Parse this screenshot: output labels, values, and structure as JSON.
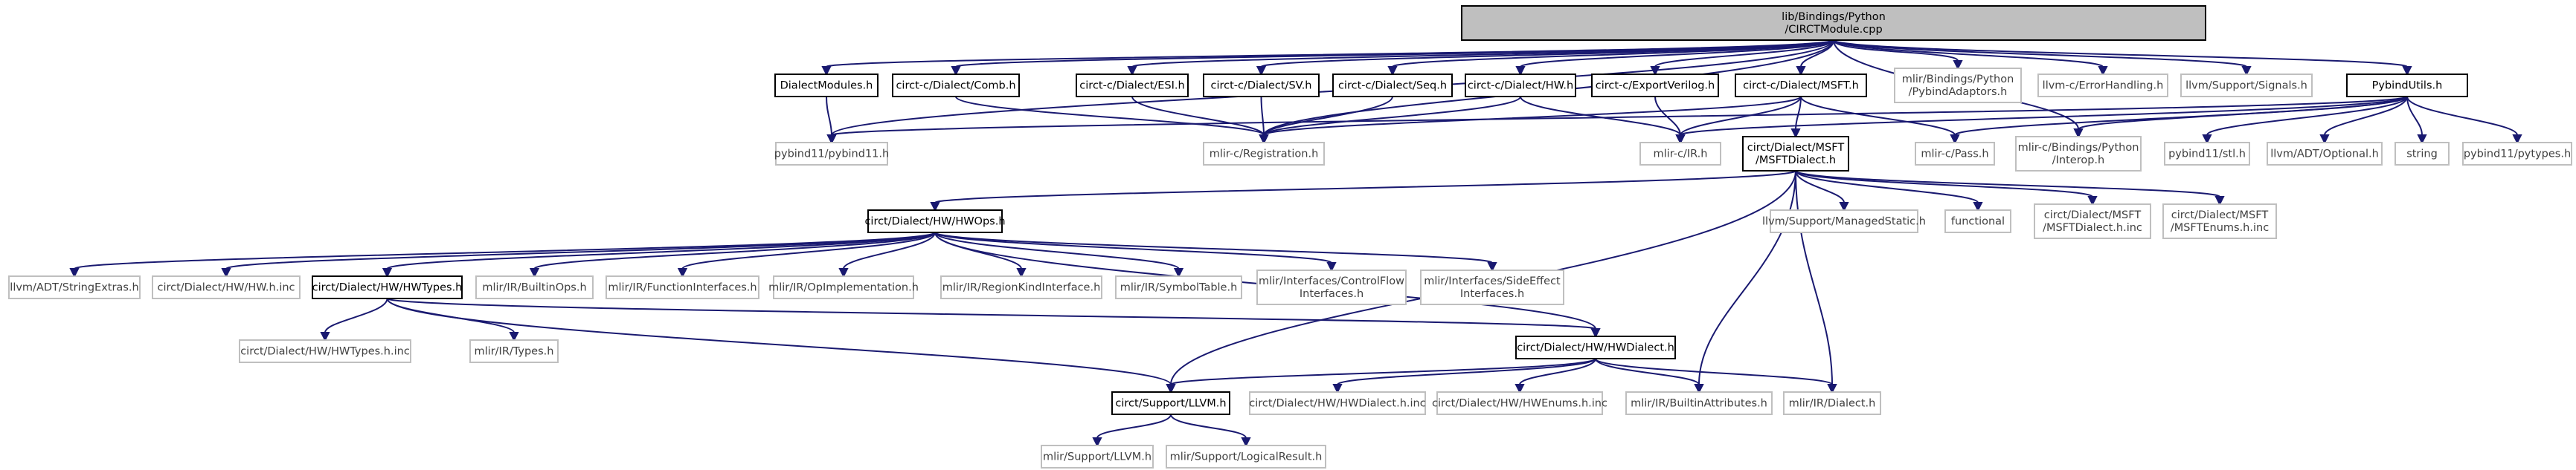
{
  "colors": {
    "edge": "#191970",
    "root_fill": "#bfbfbf",
    "node_border": "#000000",
    "system_border": "#bfbfbf",
    "system_text": "#404040"
  },
  "nodes": [
    {
      "id": "root",
      "lines": [
        "lib/Bindings/Python",
        "/CIRCTModule.cpp"
      ],
      "kind": "root"
    },
    {
      "id": "dialectmodules",
      "lines": [
        "DialectModules.h"
      ],
      "kind": "local"
    },
    {
      "id": "comb",
      "lines": [
        "circt-c/Dialect/Comb.h"
      ],
      "kind": "local"
    },
    {
      "id": "esi",
      "lines": [
        "circt-c/Dialect/ESI.h"
      ],
      "kind": "local"
    },
    {
      "id": "sv",
      "lines": [
        "circt-c/Dialect/SV.h"
      ],
      "kind": "local"
    },
    {
      "id": "seq",
      "lines": [
        "circt-c/Dialect/Seq.h"
      ],
      "kind": "local"
    },
    {
      "id": "hwc",
      "lines": [
        "circt-c/Dialect/HW.h"
      ],
      "kind": "local"
    },
    {
      "id": "exportverilog",
      "lines": [
        "circt-c/ExportVerilog.h"
      ],
      "kind": "local"
    },
    {
      "id": "msftc",
      "lines": [
        "circt-c/Dialect/MSFT.h"
      ],
      "kind": "local"
    },
    {
      "id": "pyadaptors",
      "lines": [
        "mlir/Bindings/Python",
        "/PybindAdaptors.h"
      ],
      "kind": "system"
    },
    {
      "id": "errorhandling",
      "lines": [
        "llvm-c/ErrorHandling.h"
      ],
      "kind": "system"
    },
    {
      "id": "signals",
      "lines": [
        "llvm/Support/Signals.h"
      ],
      "kind": "system"
    },
    {
      "id": "pybindutils",
      "lines": [
        "PybindUtils.h"
      ],
      "kind": "local"
    },
    {
      "id": "pybind11",
      "lines": [
        "pybind11/pybind11.h"
      ],
      "kind": "system"
    },
    {
      "id": "registration",
      "lines": [
        "mlir-c/Registration.h"
      ],
      "kind": "system"
    },
    {
      "id": "mlircir",
      "lines": [
        "mlir-c/IR.h"
      ],
      "kind": "system"
    },
    {
      "id": "msftdialect",
      "lines": [
        "circt/Dialect/MSFT",
        "/MSFTDialect.h"
      ],
      "kind": "local"
    },
    {
      "id": "pass",
      "lines": [
        "mlir-c/Pass.h"
      ],
      "kind": "system"
    },
    {
      "id": "interop",
      "lines": [
        "mlir-c/Bindings/Python",
        "/Interop.h"
      ],
      "kind": "system"
    },
    {
      "id": "stl",
      "lines": [
        "pybind11/stl.h"
      ],
      "kind": "system"
    },
    {
      "id": "optional",
      "lines": [
        "llvm/ADT/Optional.h"
      ],
      "kind": "system"
    },
    {
      "id": "string",
      "lines": [
        "string"
      ],
      "kind": "system"
    },
    {
      "id": "pytypes",
      "lines": [
        "pybind11/pytypes.h"
      ],
      "kind": "system"
    },
    {
      "id": "hwops",
      "lines": [
        "circt/Dialect/HW/HWOps.h"
      ],
      "kind": "local"
    },
    {
      "id": "managedstatic",
      "lines": [
        "llvm/Support/ManagedStatic.h"
      ],
      "kind": "system"
    },
    {
      "id": "functional",
      "lines": [
        "functional"
      ],
      "kind": "system"
    },
    {
      "id": "msftdialectinc",
      "lines": [
        "circt/Dialect/MSFT",
        "/MSFTDialect.h.inc"
      ],
      "kind": "system"
    },
    {
      "id": "msftenums",
      "lines": [
        "circt/Dialect/MSFT",
        "/MSFTEnums.h.inc"
      ],
      "kind": "system"
    },
    {
      "id": "stringextras",
      "lines": [
        "llvm/ADT/StringExtras.h"
      ],
      "kind": "system"
    },
    {
      "id": "hwhinc",
      "lines": [
        "circt/Dialect/HW/HW.h.inc"
      ],
      "kind": "system"
    },
    {
      "id": "hwtypes",
      "lines": [
        "circt/Dialect/HW/HWTypes.h"
      ],
      "kind": "local"
    },
    {
      "id": "builtinops",
      "lines": [
        "mlir/IR/BuiltinOps.h"
      ],
      "kind": "system"
    },
    {
      "id": "funcinterfaces",
      "lines": [
        "mlir/IR/FunctionInterfaces.h"
      ],
      "kind": "system"
    },
    {
      "id": "opimpl",
      "lines": [
        "mlir/IR/OpImplementation.h"
      ],
      "kind": "system"
    },
    {
      "id": "regionkind",
      "lines": [
        "mlir/IR/RegionKindInterface.h"
      ],
      "kind": "system"
    },
    {
      "id": "symboltable",
      "lines": [
        "mlir/IR/SymbolTable.h"
      ],
      "kind": "system"
    },
    {
      "id": "controlflow",
      "lines": [
        "mlir/Interfaces/ControlFlow",
        "Interfaces.h"
      ],
      "kind": "system"
    },
    {
      "id": "sideeffect",
      "lines": [
        "mlir/Interfaces/SideEffect",
        "Interfaces.h"
      ],
      "kind": "system"
    },
    {
      "id": "hwtypesinc",
      "lines": [
        "circt/Dialect/HW/HWTypes.h.inc"
      ],
      "kind": "system"
    },
    {
      "id": "irtypes",
      "lines": [
        "mlir/IR/Types.h"
      ],
      "kind": "system"
    },
    {
      "id": "hwdialect",
      "lines": [
        "circt/Dialect/HW/HWDialect.h"
      ],
      "kind": "local"
    },
    {
      "id": "llvmh",
      "lines": [
        "circt/Support/LLVM.h"
      ],
      "kind": "local"
    },
    {
      "id": "hwdialectinc",
      "lines": [
        "circt/Dialect/HW/HWDialect.h.inc"
      ],
      "kind": "system"
    },
    {
      "id": "hwenums",
      "lines": [
        "circt/Dialect/HW/HWEnums.h.inc"
      ],
      "kind": "system"
    },
    {
      "id": "builtinattrs",
      "lines": [
        "mlir/IR/BuiltinAttributes.h"
      ],
      "kind": "system"
    },
    {
      "id": "irdialect",
      "lines": [
        "mlir/IR/Dialect.h"
      ],
      "kind": "system"
    },
    {
      "id": "mlirllvm",
      "lines": [
        "mlir/Support/LLVM.h"
      ],
      "kind": "system"
    },
    {
      "id": "logicalresult",
      "lines": [
        "mlir/Support/LogicalResult.h"
      ],
      "kind": "system"
    }
  ],
  "edges": [
    [
      "root",
      "pybind11"
    ],
    [
      "root",
      "dialectmodules"
    ],
    [
      "root",
      "registration"
    ],
    [
      "root",
      "comb"
    ],
    [
      "root",
      "esi"
    ],
    [
      "root",
      "sv"
    ],
    [
      "root",
      "seq"
    ],
    [
      "root",
      "hwc"
    ],
    [
      "root",
      "exportverilog"
    ],
    [
      "root",
      "msftc"
    ],
    [
      "root",
      "pyadaptors"
    ],
    [
      "root",
      "errorhandling"
    ],
    [
      "root",
      "signals"
    ],
    [
      "root",
      "pybindutils"
    ],
    [
      "root",
      "interop"
    ],
    [
      "dialectmodules",
      "pybind11"
    ],
    [
      "comb",
      "registration"
    ],
    [
      "esi",
      "registration"
    ],
    [
      "sv",
      "registration"
    ],
    [
      "seq",
      "registration"
    ],
    [
      "hwc",
      "registration"
    ],
    [
      "hwc",
      "mlircir"
    ],
    [
      "exportverilog",
      "mlircir"
    ],
    [
      "msftc",
      "registration"
    ],
    [
      "msftc",
      "mlircir"
    ],
    [
      "msftc",
      "msftdialect"
    ],
    [
      "msftc",
      "pass"
    ],
    [
      "pybindutils",
      "pybind11"
    ],
    [
      "pybindutils",
      "mlircir"
    ],
    [
      "pybindutils",
      "pass"
    ],
    [
      "pybindutils",
      "interop"
    ],
    [
      "pybindutils",
      "stl"
    ],
    [
      "pybindutils",
      "optional"
    ],
    [
      "pybindutils",
      "string"
    ],
    [
      "pybindutils",
      "pytypes"
    ],
    [
      "msftdialect",
      "hwops"
    ],
    [
      "msftdialect",
      "managedstatic"
    ],
    [
      "msftdialect",
      "functional"
    ],
    [
      "msftdialect",
      "msftdialectinc"
    ],
    [
      "msftdialect",
      "msftenums"
    ],
    [
      "msftdialect",
      "llvmh"
    ],
    [
      "msftdialect",
      "builtinattrs"
    ],
    [
      "msftdialect",
      "irdialect"
    ],
    [
      "hwops",
      "stringextras"
    ],
    [
      "hwops",
      "hwhinc"
    ],
    [
      "hwops",
      "hwtypes"
    ],
    [
      "hwops",
      "builtinops"
    ],
    [
      "hwops",
      "funcinterfaces"
    ],
    [
      "hwops",
      "opimpl"
    ],
    [
      "hwops",
      "regionkind"
    ],
    [
      "hwops",
      "symboltable"
    ],
    [
      "hwops",
      "controlflow"
    ],
    [
      "hwops",
      "sideeffect"
    ],
    [
      "hwops",
      "hwdialect"
    ],
    [
      "hwtypes",
      "hwtypesinc"
    ],
    [
      "hwtypes",
      "irtypes"
    ],
    [
      "hwtypes",
      "hwdialect"
    ],
    [
      "hwtypes",
      "llvmh"
    ],
    [
      "hwdialect",
      "llvmh"
    ],
    [
      "hwdialect",
      "hwdialectinc"
    ],
    [
      "hwdialect",
      "hwenums"
    ],
    [
      "hwdialect",
      "builtinattrs"
    ],
    [
      "hwdialect",
      "irdialect"
    ],
    [
      "llvmh",
      "mlirllvm"
    ],
    [
      "llvmh",
      "logicalresult"
    ]
  ]
}
